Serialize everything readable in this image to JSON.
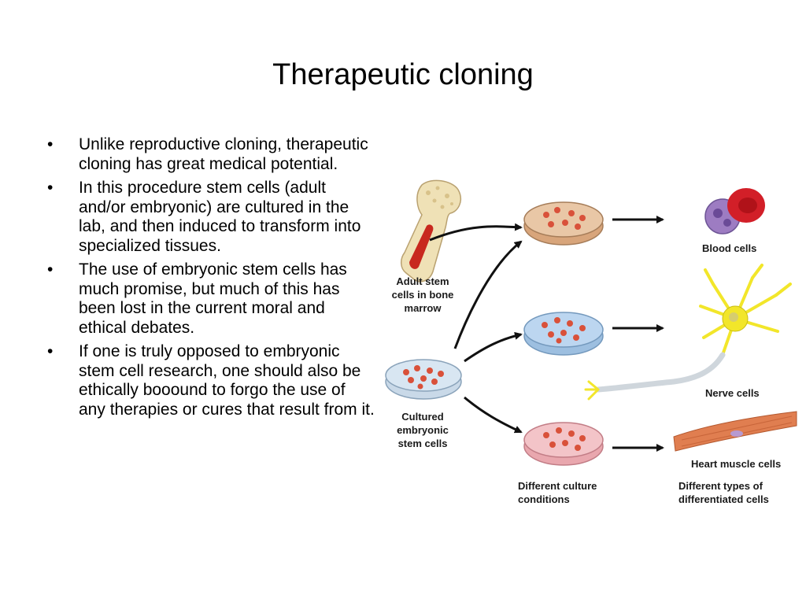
{
  "slide": {
    "title": "Therapeutic cloning",
    "bullets": [
      "Unlike reproductive cloning, therapeutic cloning has great medical potential.",
      "In this procedure stem cells (adult and/or embryonic) are cultured in the lab, and then induced to transform into specialized tissues.",
      "The use of embryonic stem cells has much promise, but much of this has been lost in the current moral and ethical debates.",
      "If one is truly opposed to embryonic stem cell research, one should also be ethically booound to forgo the use of any therapies or cures that result from it."
    ],
    "bullet_symbol": "•"
  },
  "figure": {
    "labels": {
      "adult_stem": [
        "Adult stem",
        "cells in bone",
        "marrow"
      ],
      "cultured_embryonic": [
        "Cultured",
        "embryonic",
        "stem cells"
      ],
      "blood": "Blood cells",
      "nerve": "Nerve cells",
      "heart": "Heart muscle cells",
      "culture_conditions": [
        "Different culture",
        "conditions"
      ],
      "differentiated": [
        "Different types of",
        "differentiated cells"
      ]
    },
    "colors": {
      "dish_top": "#e9c7a6",
      "dish_middle": "#bcd6f0",
      "dish_bottom": "#f3c4c8",
      "dish_source": "#d8e6f2",
      "cell": "#d9513a",
      "bone": "#efe1b6",
      "marrow": "#c8281e",
      "rbc": "#d21f28",
      "wbc": "#9d7cc2",
      "neuron": "#f2e62a",
      "muscle": "#e07e50"
    }
  }
}
